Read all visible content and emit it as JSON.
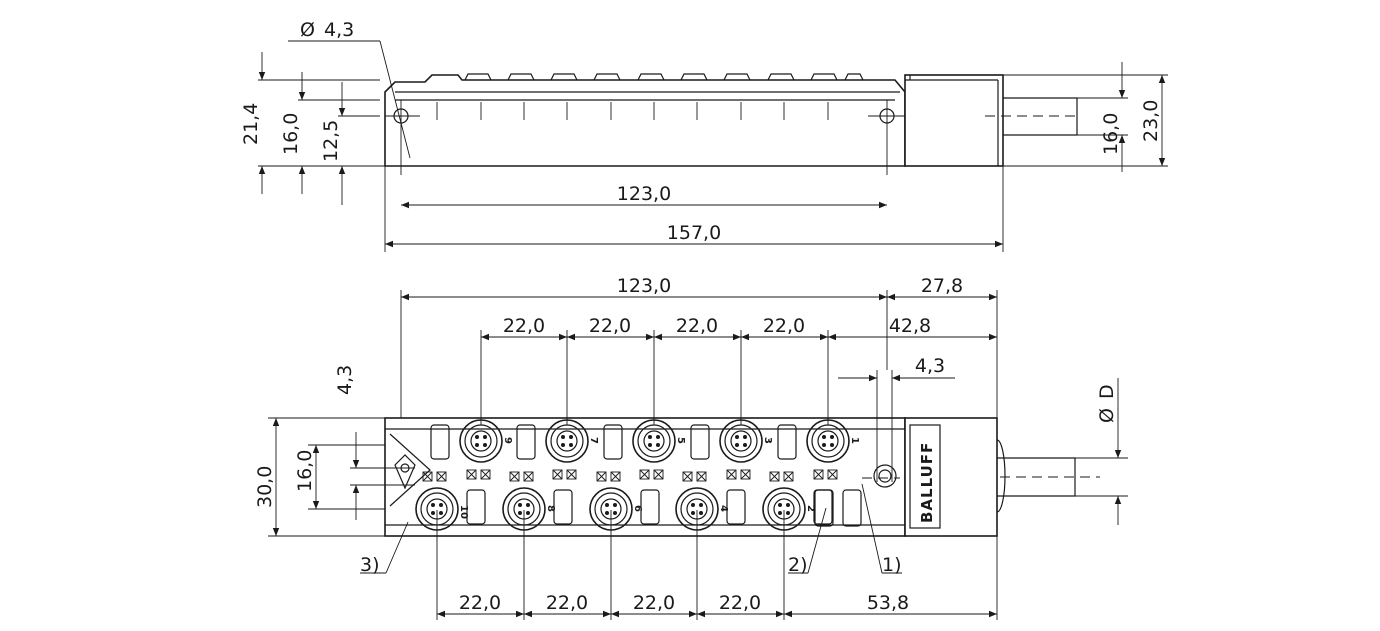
{
  "top_view": {
    "diameter_label": "4,3",
    "height_21_4": "21,4",
    "height_16_0": "16,0",
    "height_12_5": "12,5",
    "cable_16_0": "16,0",
    "cable_23_0": "23,0",
    "length_123_0": "123,0",
    "length_157_0": "157,0"
  },
  "front_view": {
    "length_123_0": "123,0",
    "right_27_8": "27,8",
    "right_42_8": "42,8",
    "right_4_3": "4,3",
    "pitch_top": [
      "22,0",
      "22,0",
      "22,0",
      "22,0"
    ],
    "pitch_bottom": [
      "22,0",
      "22,0",
      "22,0",
      "22,0"
    ],
    "right_53_8": "53,8",
    "height_30_0": "30,0",
    "height_16_0": "16,0",
    "height_4_3": "4,3",
    "cable_diameter_label": "D",
    "callouts": [
      "1)",
      "2)",
      "3)"
    ],
    "brand": "BALLUFF",
    "port_numbers_top": [
      "9",
      "7",
      "5",
      "3",
      "1"
    ],
    "port_numbers_bottom": [
      "10",
      "8",
      "6",
      "4",
      "2"
    ]
  }
}
